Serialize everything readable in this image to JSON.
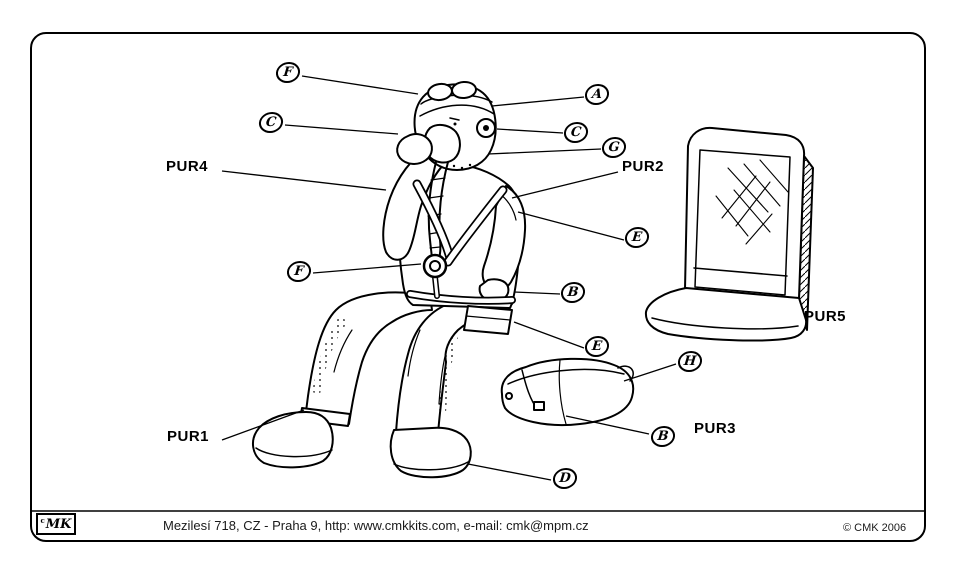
{
  "colors": {
    "ink": "#000000",
    "paper": "#ffffff"
  },
  "callouts": [
    {
      "letter": "F"
    },
    {
      "letter": "A"
    },
    {
      "letter": "C"
    },
    {
      "letter": "C"
    },
    {
      "letter": "G"
    },
    {
      "letter": "E"
    },
    {
      "letter": "F"
    },
    {
      "letter": "B"
    },
    {
      "letter": "E"
    },
    {
      "letter": "H"
    },
    {
      "letter": "B"
    },
    {
      "letter": "D"
    }
  ],
  "part_labels": [
    {
      "label": "PUR4"
    },
    {
      "label": "PUR2"
    },
    {
      "label": "PUR1"
    },
    {
      "label": "PUR3"
    },
    {
      "label": "PUR5"
    }
  ],
  "footer": {
    "address": "Mezilesí 718, CZ - Praha 9,  http: www.cmkkits.com, e-mail: cmk@mpm.cz",
    "copyright": "© CMK 2006",
    "logo_super": "c",
    "logo_text": "MK"
  }
}
